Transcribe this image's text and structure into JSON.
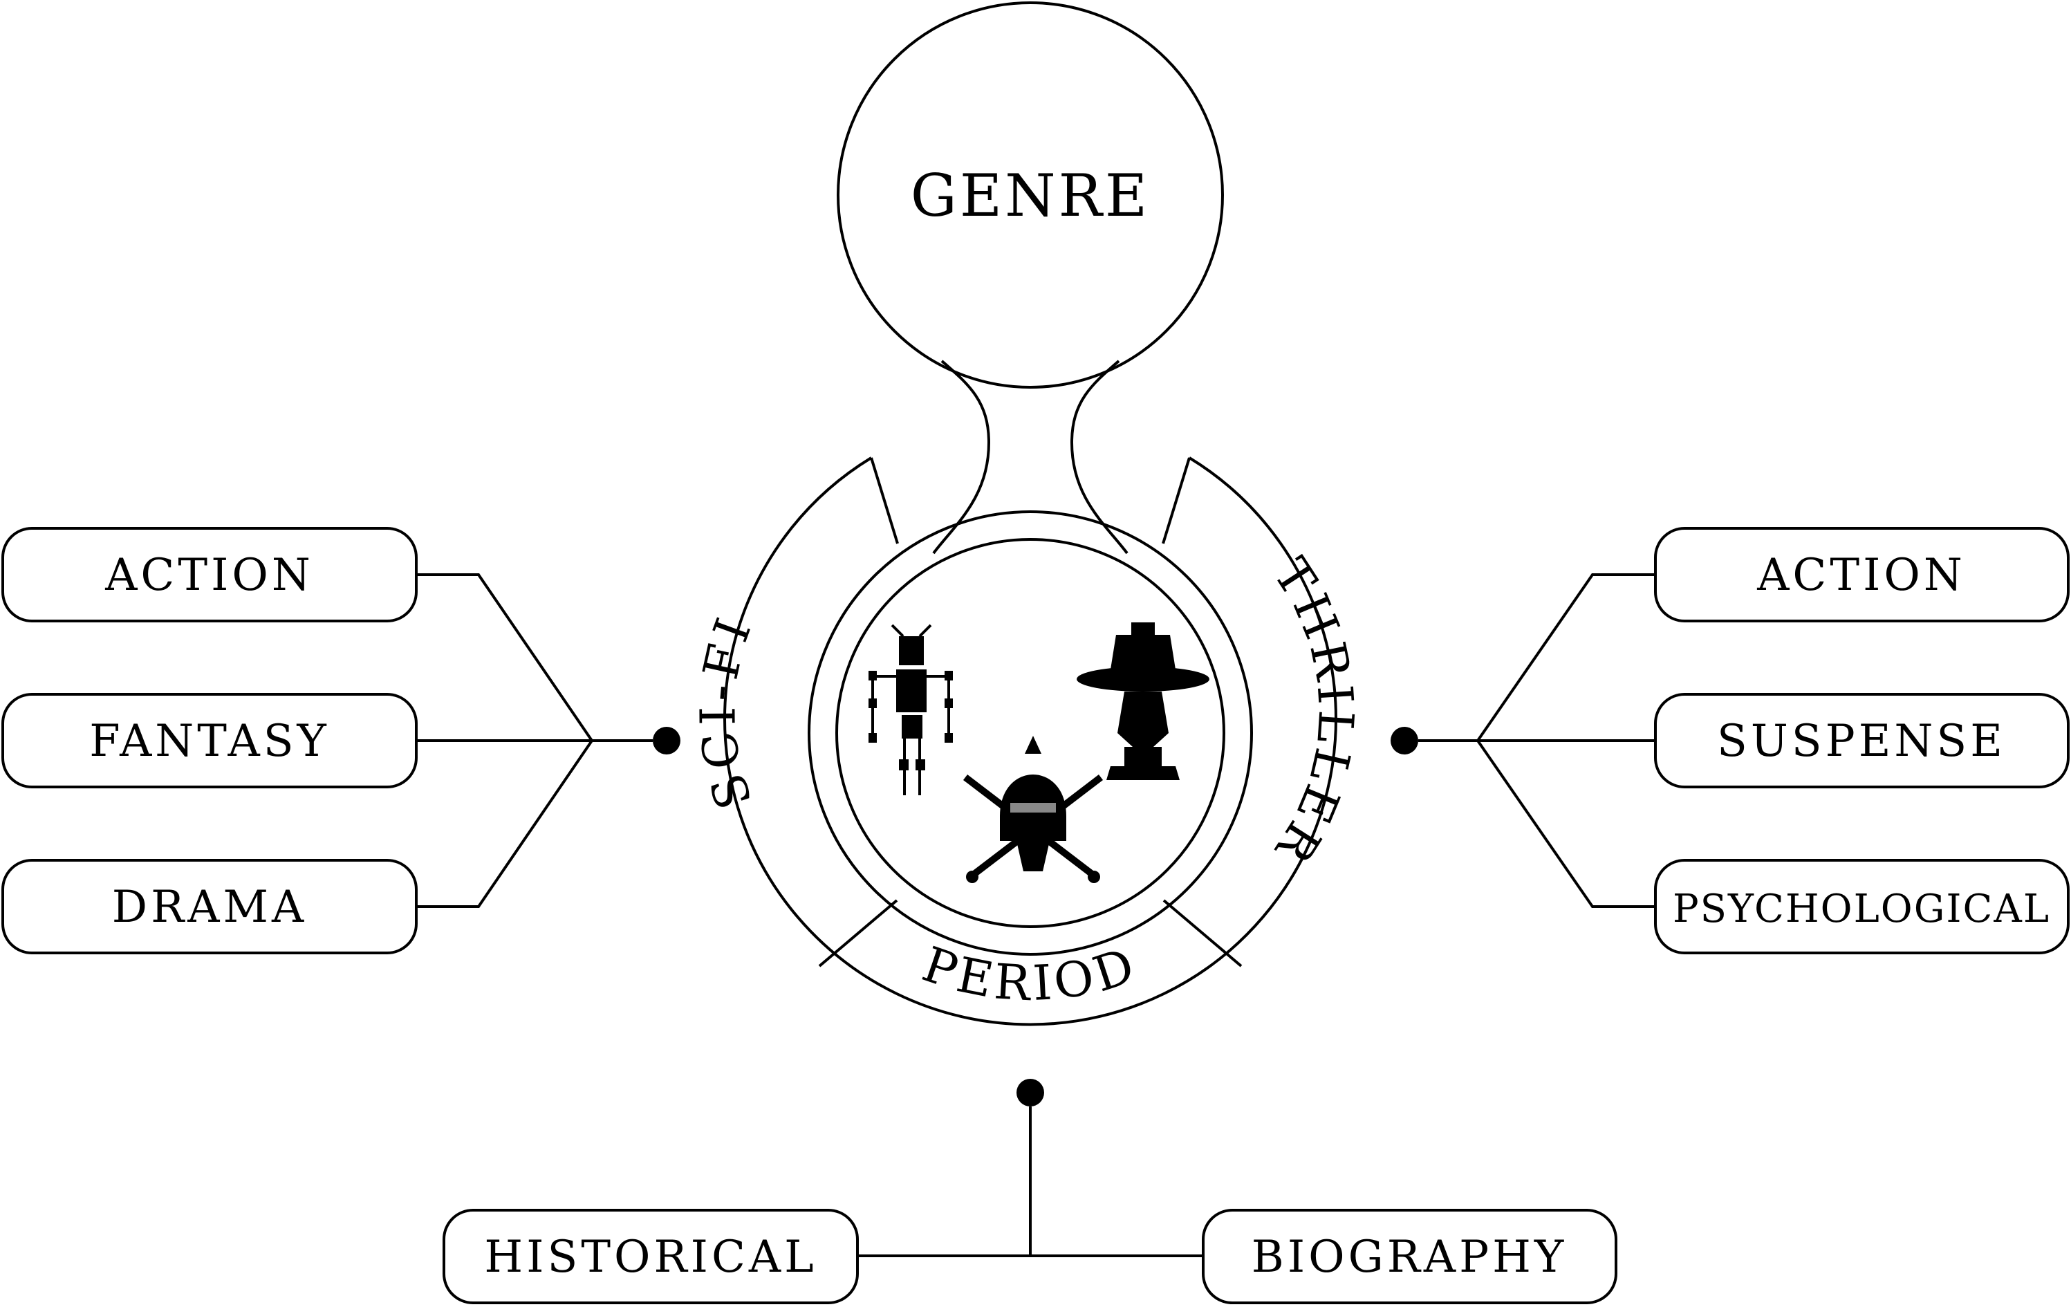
{
  "center": {
    "title": "GENRE"
  },
  "segments": {
    "left": "SCI-FI",
    "right": "THRILLER",
    "bottom": "PERIOD"
  },
  "left_branch": {
    "items": [
      "ACTION",
      "FANTASY",
      "DRAMA"
    ]
  },
  "right_branch": {
    "items": [
      "ACTION",
      "SUSPENSE",
      "PSYCHOLOGICAL"
    ]
  },
  "bottom_branch": {
    "items": [
      "HISTORICAL",
      "BIOGRAPHY"
    ]
  },
  "icons": [
    "robot-icon",
    "spartan-helmet-crossed-swords-icon",
    "fedora-gangster-icon"
  ]
}
